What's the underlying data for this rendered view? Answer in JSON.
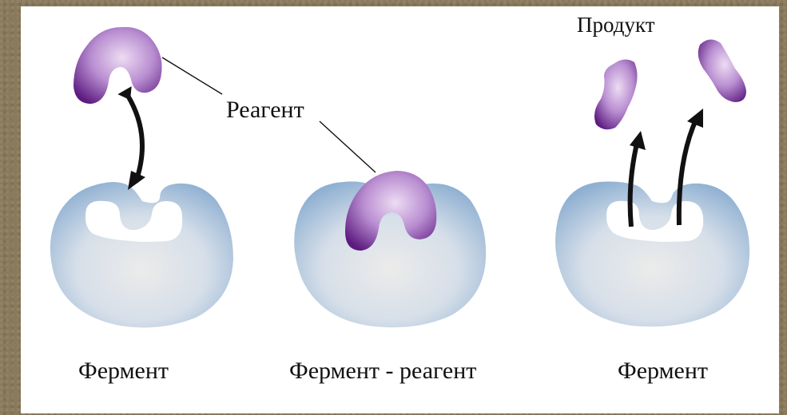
{
  "labels": {
    "reagent": "Реагент",
    "product": "Продукт",
    "enzyme_left": "Фермент",
    "enzyme_substrate": "Фермент - реагент",
    "enzyme_right": "Фермент"
  },
  "colors": {
    "background": "#8a7a5c",
    "panel": "#ffffff",
    "enzyme_edge": "#8fb0d2",
    "enzyme_center": "#e9e6e4",
    "reagent_edge": "#6a1f8c",
    "reagent_center": "#e2c8ec",
    "arrow": "#111111"
  },
  "icons": {
    "arrow_down": "double-headed-arrow-icon",
    "arrow_up": "arrow-up-icon"
  }
}
